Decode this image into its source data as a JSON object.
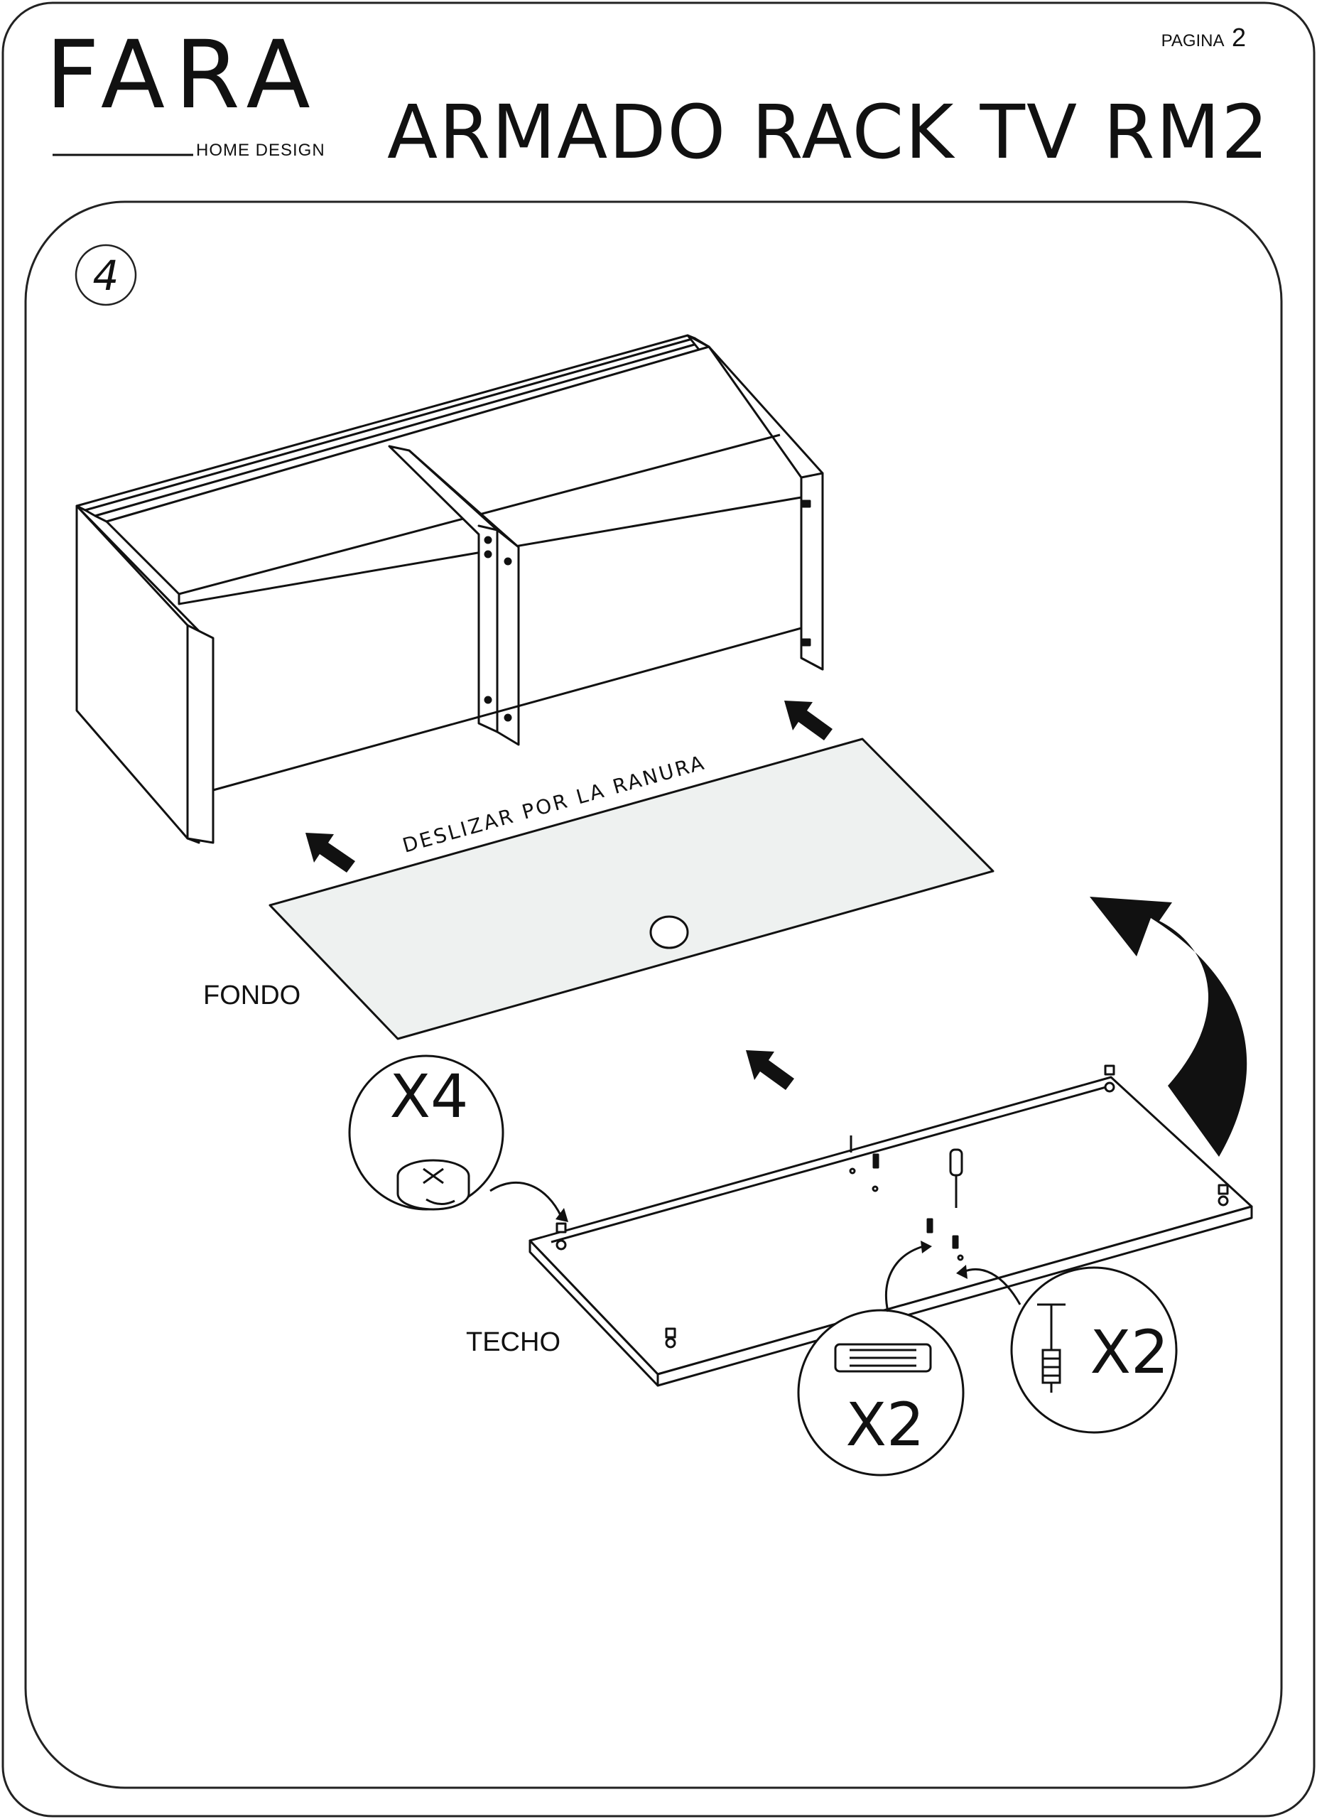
{
  "header": {
    "brand": "FARA",
    "brand_sub": "HOME DESIGN",
    "page_label": "PAGINA",
    "page_number": "2",
    "title": "ARMADO RACK TV RM2"
  },
  "step": {
    "number": "4"
  },
  "labels": {
    "slide_instruction": "DESLIZAR POR LA RANURA",
    "back_panel": "FONDO",
    "top_panel": "TECHO"
  },
  "hardware": {
    "cam_lock_qty": "X4",
    "dowel_qty": "X2",
    "bolt_qty": "X2"
  },
  "colors": {
    "line": "#111111",
    "back_panel_fill": "#eef1f0",
    "background": "#ffffff"
  }
}
